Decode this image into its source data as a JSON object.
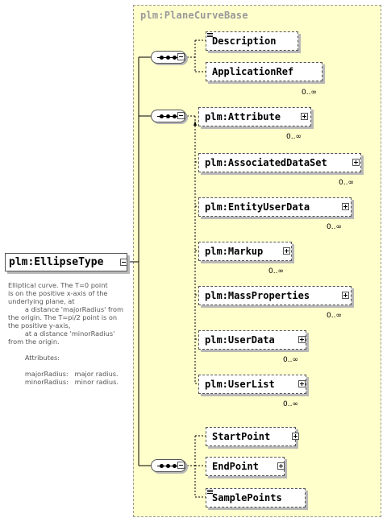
{
  "diagram": {
    "root": {
      "name": "plm:EllipseType",
      "documentation": "Elliptical curve. The T=0 point\nis on the positive x-axis of the\nunderlying plane, at\n        a distance 'majorRadius' from\nthe origin. The T=pi/2 point is on\nthe positive y-axis,\n        at a distance 'minorRadius'\nfrom the origin.\n\n        Attributes:\n\n        majorRadius:   major radius.\n        minorRadius:   minor radius."
    },
    "base_type": {
      "label": "plm:PlaneCurveBase"
    },
    "group1": {
      "description": {
        "name": "Description"
      },
      "application_ref": {
        "name": "ApplicationRef",
        "cardinality": "0..∞"
      }
    },
    "group2": {
      "attribute": {
        "name": "plm:Attribute",
        "cardinality": "0..∞"
      },
      "associated_data_set": {
        "name": "plm:AssociatedDataSet",
        "cardinality": "0..∞"
      },
      "entity_user_data": {
        "name": "plm:EntityUserData",
        "cardinality": "0..∞"
      },
      "markup": {
        "name": "plm:Markup",
        "cardinality": "0..∞"
      },
      "mass_properties": {
        "name": "plm:MassProperties",
        "cardinality": "0..∞"
      },
      "user_data": {
        "name": "plm:UserData",
        "cardinality": "0..∞"
      },
      "user_list": {
        "name": "plm:UserList",
        "cardinality": "0..∞"
      }
    },
    "group3": {
      "start_point": {
        "name": "StartPoint"
      },
      "end_point": {
        "name": "EndPoint"
      },
      "sample_points": {
        "name": "SamplePoints"
      }
    }
  }
}
